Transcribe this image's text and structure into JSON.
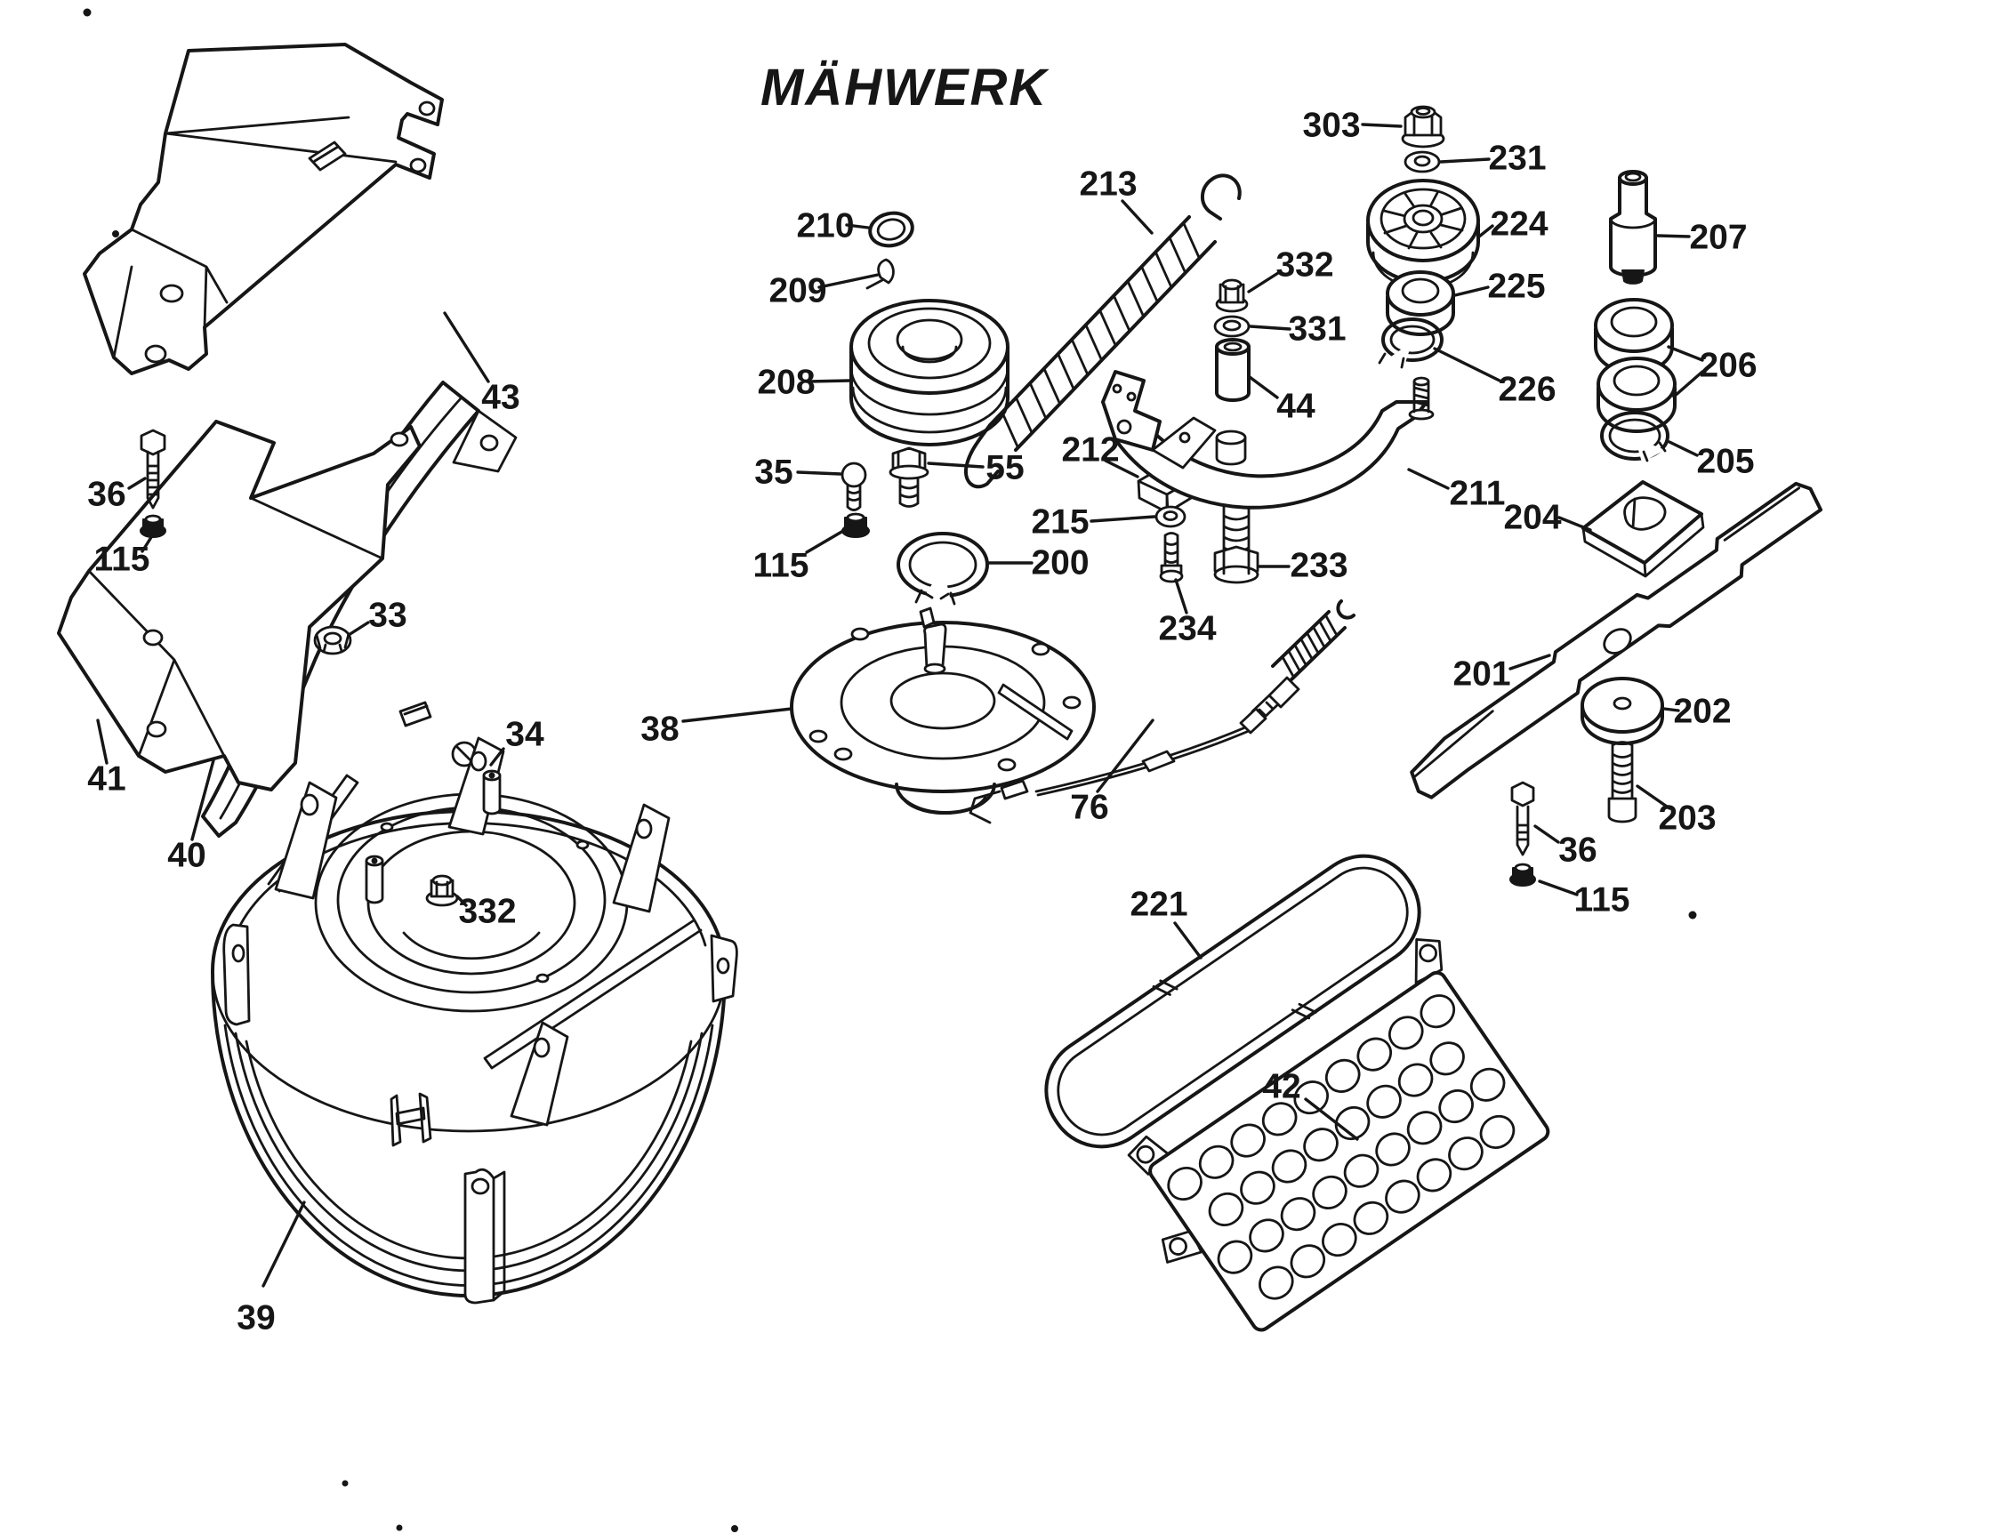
{
  "title": "MÄHWERK",
  "colors": {
    "ink": "#161616",
    "paper": "#ffffff"
  },
  "diagram": {
    "type": "exploded-parts-diagram",
    "subject": "mower deck assembly",
    "callouts": [
      {
        "label": "43",
        "name": "belt-cover"
      },
      {
        "label": "36",
        "name": "hex-bolt"
      },
      {
        "label": "115",
        "name": "lock-nut"
      },
      {
        "label": "33",
        "name": "flange-nut"
      },
      {
        "label": "34",
        "name": "slotted-screw"
      },
      {
        "label": "41",
        "name": "discharge-baffle"
      },
      {
        "label": "40",
        "name": "curved-baffle"
      },
      {
        "label": "39",
        "name": "deck-housing"
      },
      {
        "label": "332",
        "name": "center-lock-nut"
      },
      {
        "label": "210",
        "name": "retaining-ring"
      },
      {
        "label": "209",
        "name": "woodruff-key"
      },
      {
        "label": "208",
        "name": "spindle-pulley"
      },
      {
        "label": "213",
        "name": "extension-spring"
      },
      {
        "label": "35",
        "name": "round-head-bolt"
      },
      {
        "label": "55",
        "name": "flange-bolt"
      },
      {
        "label": "115",
        "name": "lock-nut"
      },
      {
        "label": "200",
        "name": "clamp-ring"
      },
      {
        "label": "38",
        "name": "spindle-mounting-plate"
      },
      {
        "label": "212",
        "name": "spacer-block"
      },
      {
        "label": "215",
        "name": "flat-washer"
      },
      {
        "label": "234",
        "name": "small-bolt"
      },
      {
        "label": "233",
        "name": "hex-flange-bolt"
      },
      {
        "label": "76",
        "name": "control-cable"
      },
      {
        "label": "303",
        "name": "flange-lock-nut"
      },
      {
        "label": "231",
        "name": "flat-washer"
      },
      {
        "label": "224",
        "name": "flat-idler-pulley"
      },
      {
        "label": "225",
        "name": "ball-bearing"
      },
      {
        "label": "226",
        "name": "retaining-ring"
      },
      {
        "label": "332",
        "name": "lock-nut"
      },
      {
        "label": "331",
        "name": "flat-washer"
      },
      {
        "label": "44",
        "name": "spacer-sleeve"
      },
      {
        "label": "211",
        "name": "idler-arm"
      },
      {
        "label": "207",
        "name": "spacer-shaft"
      },
      {
        "label": "206",
        "name": "ball-bearings"
      },
      {
        "label": "205",
        "name": "retaining-ring"
      },
      {
        "label": "204",
        "name": "blade-adapter"
      },
      {
        "label": "201",
        "name": "mower-blade"
      },
      {
        "label": "202",
        "name": "blade-washer"
      },
      {
        "label": "203",
        "name": "blade-bolt"
      },
      {
        "label": "36",
        "name": "hex-bolt"
      },
      {
        "label": "115",
        "name": "lock-nut"
      },
      {
        "label": "221",
        "name": "v-belt"
      },
      {
        "label": "42",
        "name": "mulch-grate"
      }
    ]
  }
}
